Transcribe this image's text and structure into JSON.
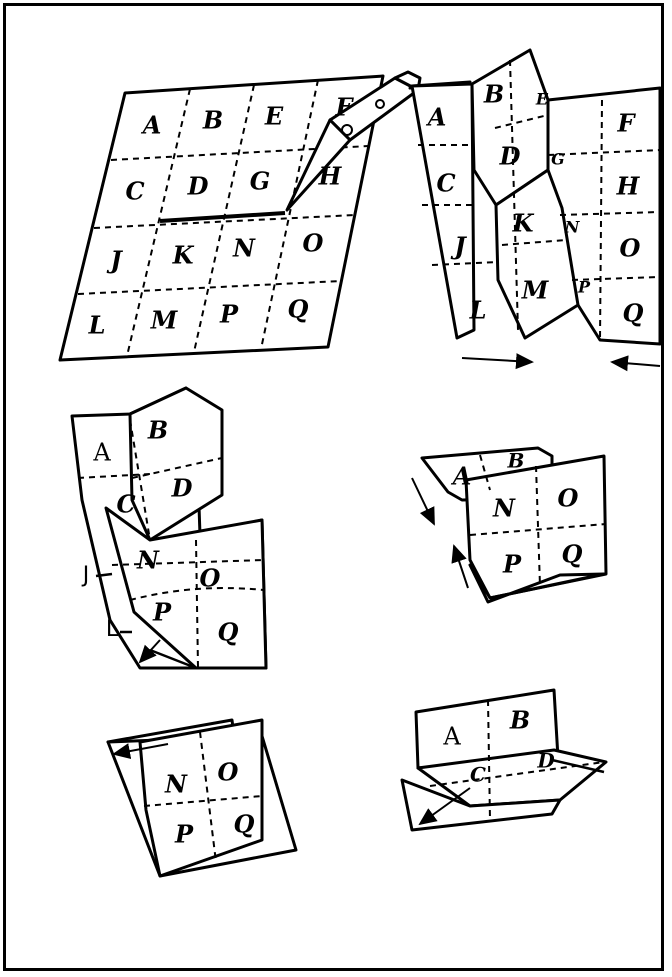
{
  "step1": {
    "grid_letters": [
      "A",
      "B",
      "E",
      "F",
      "C",
      "D",
      "G",
      "H",
      "J",
      "K",
      "N",
      "O",
      "L",
      "M",
      "P",
      "Q"
    ]
  },
  "step2": {
    "letters": [
      "A",
      "B",
      "F",
      "C",
      "D",
      "H",
      "J",
      "K",
      "O",
      "L",
      "M",
      "Q"
    ],
    "small_letters": [
      "E",
      "G",
      "N",
      "P"
    ]
  },
  "step3": {
    "letters": [
      "A",
      "B",
      "C",
      "D",
      "N",
      "O",
      "P",
      "Q"
    ],
    "side_labels": [
      "J",
      "L"
    ]
  },
  "step4": {
    "letters": [
      "A",
      "B",
      "N",
      "O",
      "P",
      "Q"
    ]
  },
  "step5": {
    "letters": [
      "N",
      "O",
      "P",
      "Q"
    ]
  },
  "step6": {
    "letters": [
      "A",
      "B",
      "C",
      "D"
    ]
  }
}
